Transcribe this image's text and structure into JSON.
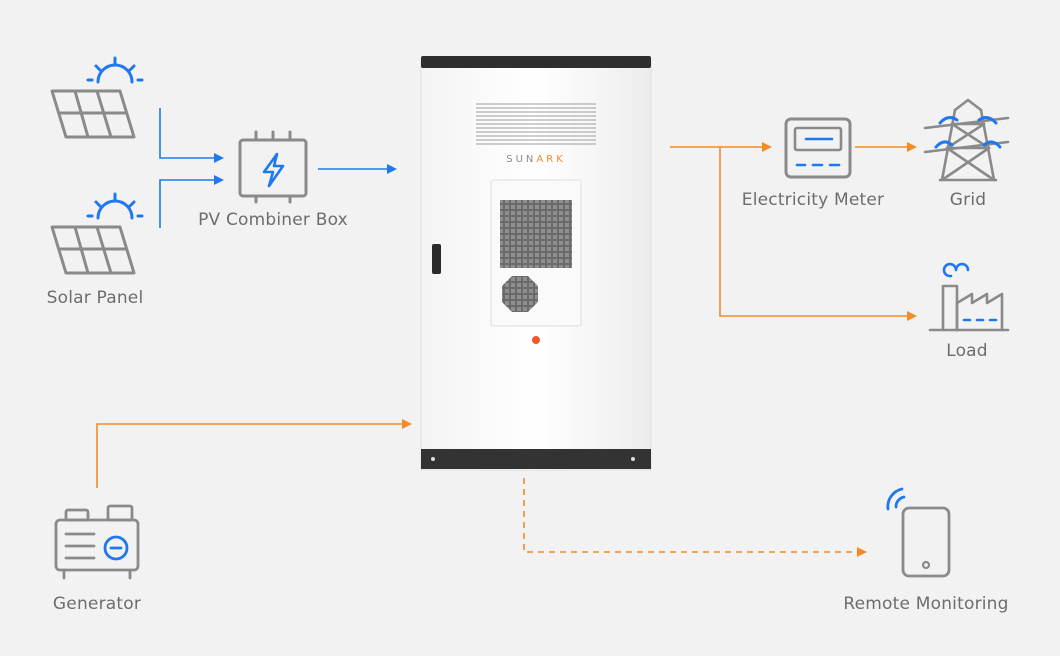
{
  "labels": {
    "solar_panel": "Solar Panel",
    "pv_combiner_box": "PV Combiner Box",
    "generator": "Generator",
    "electricity_meter": "Electricity Meter",
    "grid": "Grid",
    "load": "Load",
    "remote_monitoring": "Remote Monitoring"
  },
  "cabinet": {
    "brand_prefix": "SUN",
    "brand_suffix": "ARK"
  },
  "colors": {
    "background": "#f2f2f2",
    "icon_gray": "#8a8a8a",
    "blue": "#1f78f0",
    "orange": "#f28c28",
    "label_gray": "#6d6d6d"
  },
  "icons": {
    "solar_panel": "solar-panel-icon",
    "combiner": "pv-combiner-box-icon",
    "cabinet": "energy-storage-cabinet",
    "meter": "electricity-meter-icon",
    "grid": "transmission-tower-icon",
    "load": "factory-icon",
    "generator": "generator-icon",
    "remote": "smartphone-wifi-icon"
  }
}
